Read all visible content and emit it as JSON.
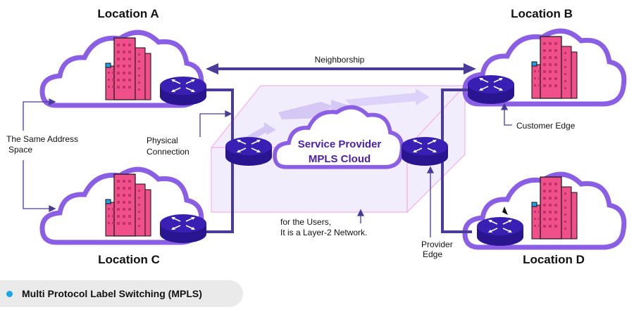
{
  "locations": {
    "a": "Location A",
    "b": "Location B",
    "c": "Location C",
    "d": "Location D"
  },
  "labels": {
    "neighborship": "Neighborship",
    "same_address_line1": "The Same Address",
    "same_address_line2": "Space",
    "physical_line1": "Physical",
    "physical_line2": "Connection",
    "customer_edge": "Customer Edge",
    "users_line1": "for the Users,",
    "users_line2": "It is a Layer-2 Network.",
    "provider_edge_line1": "Provider",
    "provider_edge_line2": "Edge"
  },
  "provider_cloud": {
    "line1": "Service Provider",
    "line2": "MPLS Cloud"
  },
  "caption": "Multi Protocol Label Switching (MPLS)",
  "colors": {
    "router": "#3a1fb5",
    "link": "#4a3a9a",
    "cloud_stroke": "#8a5fe6",
    "building": "#f0508a",
    "accent": "#19a4e6"
  }
}
